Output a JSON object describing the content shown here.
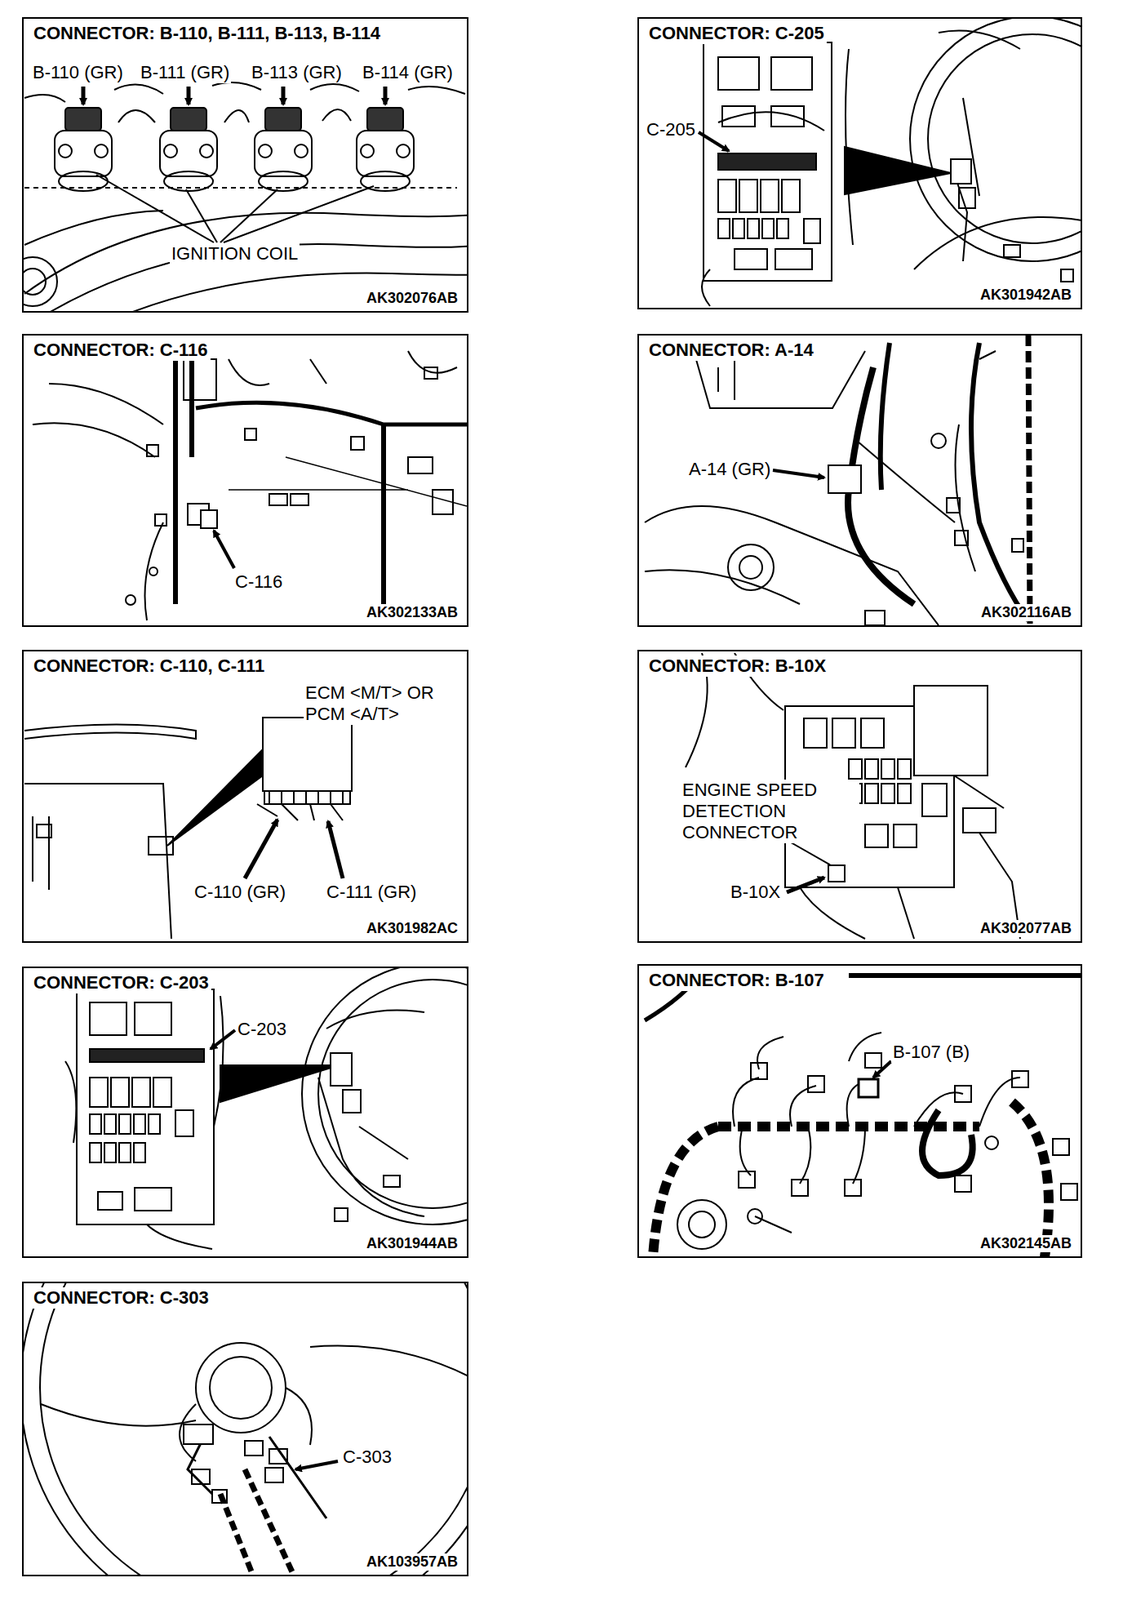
{
  "diagram": {
    "nodes": [
      {
        "text": [
          "CONNECTOR: B-110, B-111, B-113, B-114",
          "AK302076AB"
        ]
      },
      {
        "text": [
          "CONNECTOR: C-205",
          "AK301942AB"
        ]
      },
      {
        "text": [
          "CONNECTOR: C-116",
          "AK302133AB"
        ]
      },
      {
        "text": [
          "CONNECTOR: A-14",
          "AK302116AB"
        ]
      },
      {
        "text": [
          "CONNECTOR: C-110, C-111",
          "AK301982AC"
        ]
      },
      {
        "text": [
          "CONNECTOR: B-10X",
          "AK302077AB"
        ]
      },
      {
        "text": [
          "CONNECTOR: C-203",
          "AK301944AB"
        ]
      },
      {
        "text": [
          "CONNECTOR: B-107",
          "AK302145AB"
        ]
      },
      {
        "text": [
          "CONNECTOR: C-303",
          "AK103957AB"
        ]
      }
    ],
    "labels": [
      "B-110 (GR)",
      "B-111 (GR)",
      "B-113 (GR)",
      "B-114 (GR)",
      "IGNITION COIL",
      "C-205",
      "C-116",
      "A-14 (GR)",
      "ECM <M/T> OR PCM <A/T>",
      "C-110 (GR)",
      "C-111 (GR)",
      "ENGINE SPEED DETECTION CONNECTOR",
      "B-10X",
      "C-203",
      "B-107 (B)",
      "C-303"
    ]
  }
}
